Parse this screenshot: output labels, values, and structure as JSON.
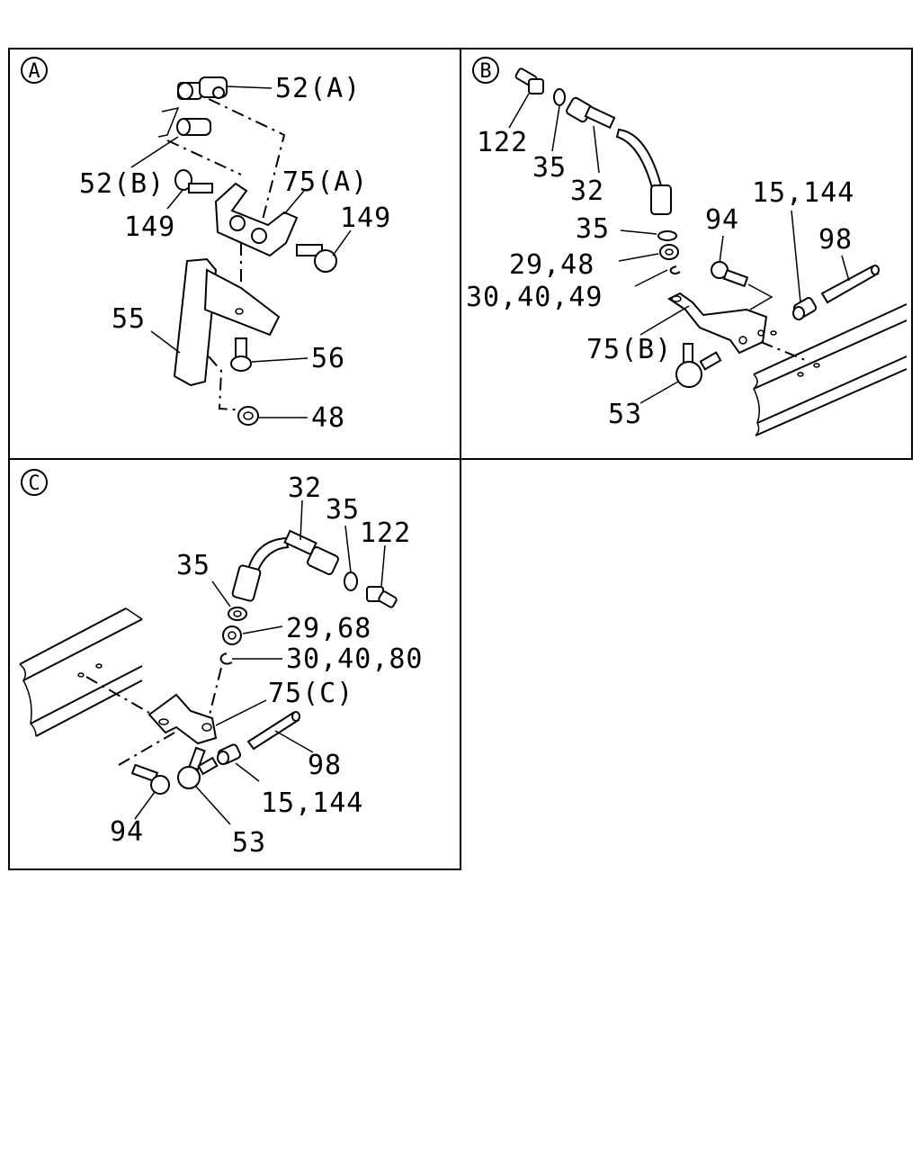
{
  "panels": {
    "A": {
      "circle_label": "A",
      "callouts": [
        "52(A)",
        "52(B)",
        "75(A)",
        "149",
        "149",
        "55",
        "56",
        "48"
      ]
    },
    "B": {
      "circle_label": "B",
      "callouts": [
        "122",
        "35",
        "32",
        "35",
        "29,48",
        "30,40,49",
        "94",
        "15,144",
        "98",
        "75(B)",
        "53"
      ]
    },
    "C": {
      "circle_label": "C",
      "callouts": [
        "32",
        "35",
        "122",
        "35",
        "29,68",
        "30,40,80",
        "75(C)",
        "98",
        "15,144",
        "94",
        "53"
      ]
    }
  }
}
